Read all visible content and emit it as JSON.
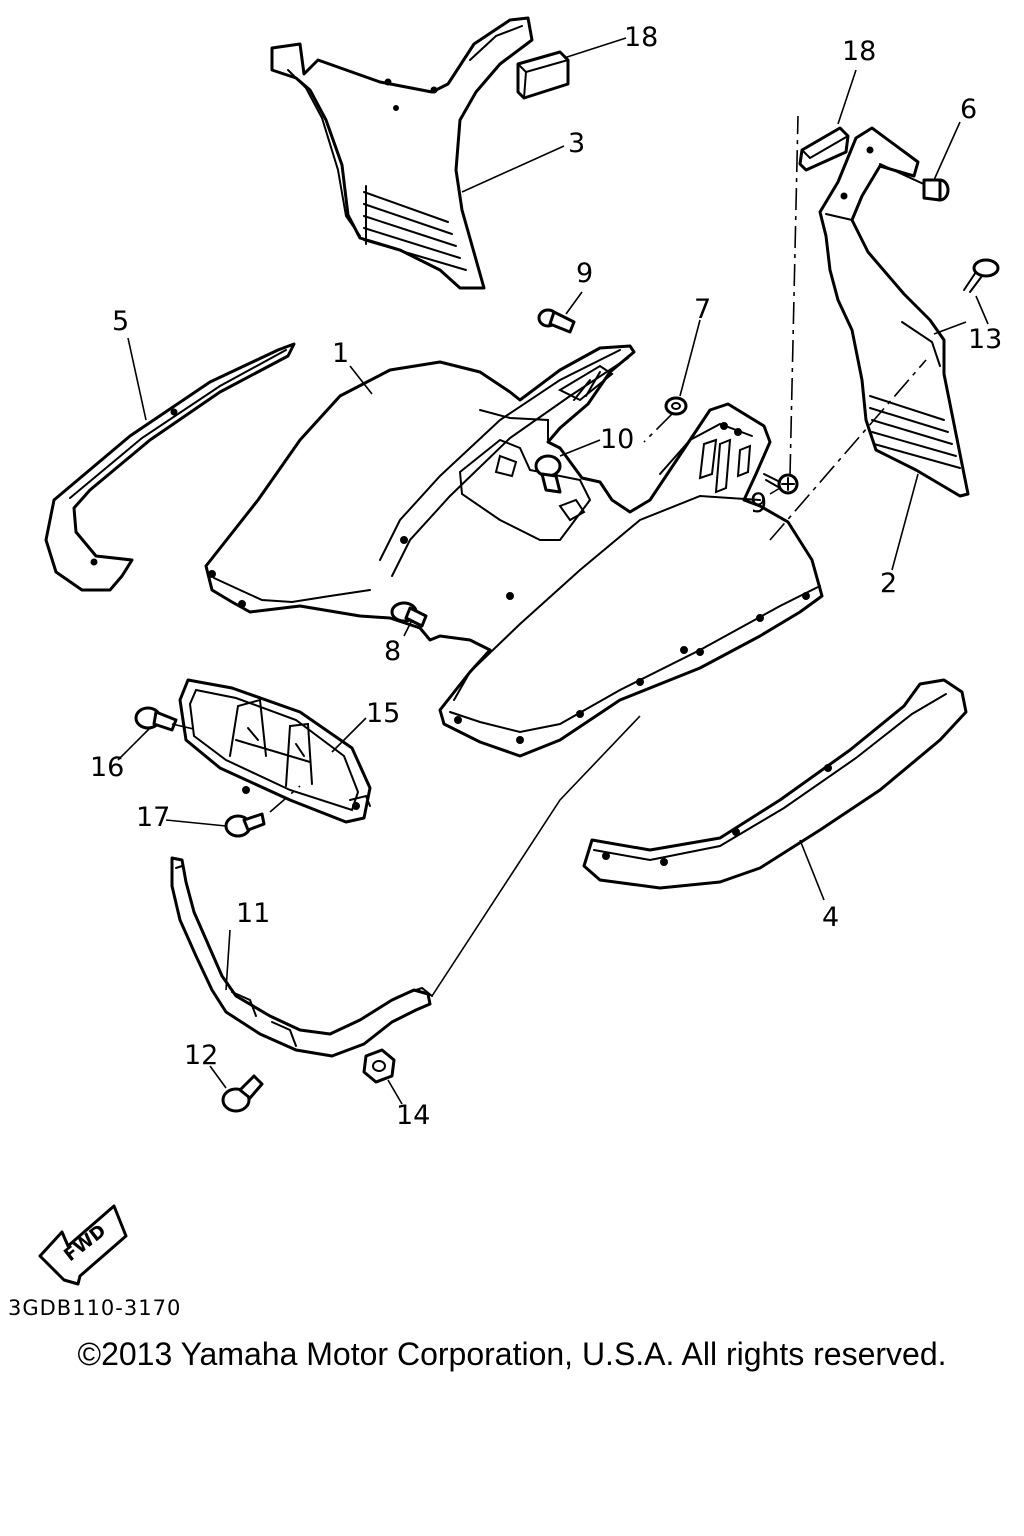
{
  "diagram": {
    "callouts": [
      {
        "id": "c1",
        "label": "1"
      },
      {
        "id": "c2",
        "label": "2"
      },
      {
        "id": "c3",
        "label": "3"
      },
      {
        "id": "c4",
        "label": "4"
      },
      {
        "id": "c5",
        "label": "5"
      },
      {
        "id": "c6",
        "label": "6"
      },
      {
        "id": "c7",
        "label": "7"
      },
      {
        "id": "c8",
        "label": "8"
      },
      {
        "id": "c9a",
        "label": "9"
      },
      {
        "id": "c9b",
        "label": "9"
      },
      {
        "id": "c10",
        "label": "10"
      },
      {
        "id": "c11",
        "label": "11"
      },
      {
        "id": "c12",
        "label": "12"
      },
      {
        "id": "c13",
        "label": "13"
      },
      {
        "id": "c14",
        "label": "14"
      },
      {
        "id": "c15",
        "label": "15"
      },
      {
        "id": "c16",
        "label": "16"
      },
      {
        "id": "c17",
        "label": "17"
      },
      {
        "id": "c18a",
        "label": "18"
      },
      {
        "id": "c18b",
        "label": "18"
      }
    ],
    "fwd_label": "FWD",
    "code": "3GDB110-3170"
  },
  "footer": {
    "copyright": "©2013 Yamaha Motor Corporation, U.S.A. All rights reserved."
  }
}
